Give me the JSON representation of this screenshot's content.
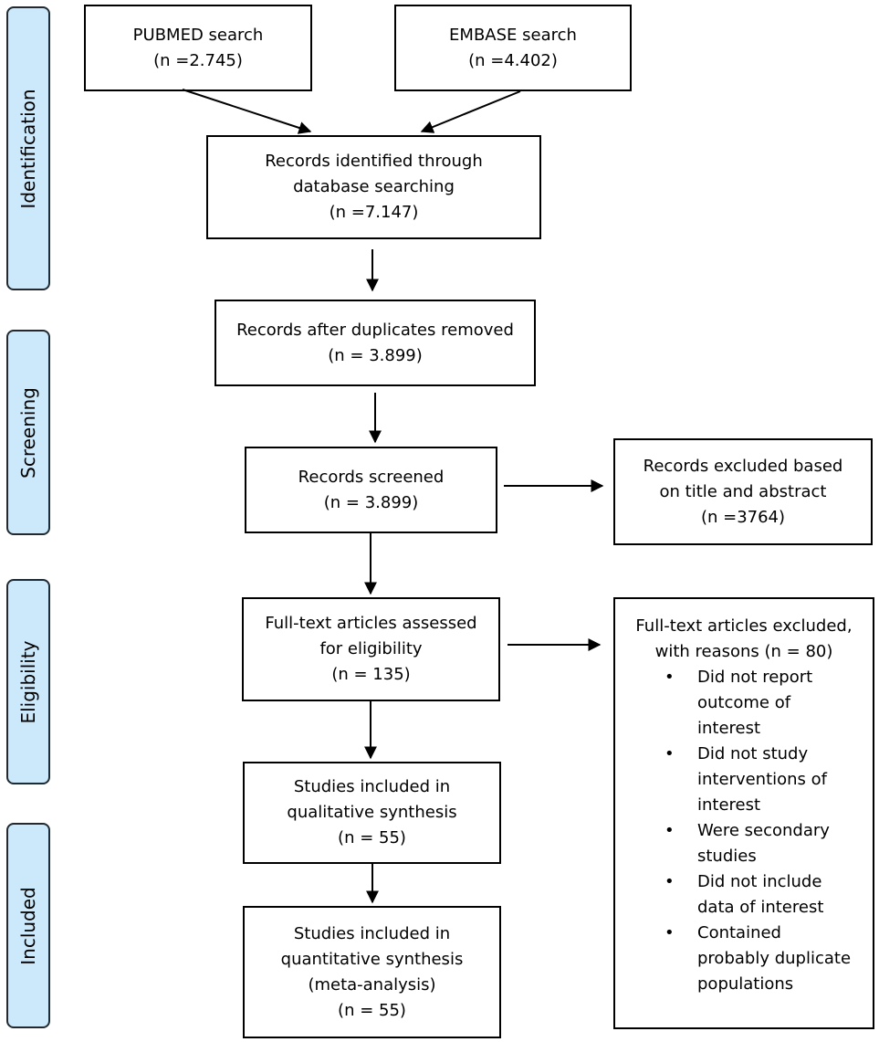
{
  "stages": [
    {
      "label": "Identification"
    },
    {
      "label": "Screening"
    },
    {
      "label": "Eligibility"
    },
    {
      "label": "Included"
    }
  ],
  "boxes": {
    "pubmed": [
      "PUBMED search",
      "(n =2.745)"
    ],
    "embase": [
      "EMBASE search",
      "(n =4.402)"
    ],
    "identified": [
      "Records identified through",
      "database searching",
      "(n =7.147)"
    ],
    "duplicates": [
      "Records after duplicates removed",
      "(n = 3.899)"
    ],
    "screened": [
      "Records screened",
      "(n = 3.899)"
    ],
    "excluded_title": [
      "Records excluded based",
      "on title and abstract",
      "(n =3764)"
    ],
    "fulltext": [
      "Full-text articles assessed",
      "for eligibility",
      "(n = 135)"
    ],
    "qualitative": [
      "Studies included in",
      "qualitative synthesis",
      "(n = 55)"
    ],
    "quantitative": [
      "Studies included in",
      "quantitative synthesis",
      "(meta-analysis)",
      "(n = 55)"
    ]
  },
  "fulltext_excluded": {
    "heading": [
      "Full-text articles excluded,",
      "with reasons (n = 80)"
    ],
    "bullet": "•",
    "reasons": [
      [
        "Did not report",
        "outcome of",
        "interest"
      ],
      [
        "Did not study",
        "interventions of",
        "interest"
      ],
      [
        "Were secondary",
        "studies"
      ],
      [
        "Did not include",
        "data of interest"
      ],
      [
        "Contained",
        "probably duplicate",
        "populations"
      ]
    ]
  }
}
